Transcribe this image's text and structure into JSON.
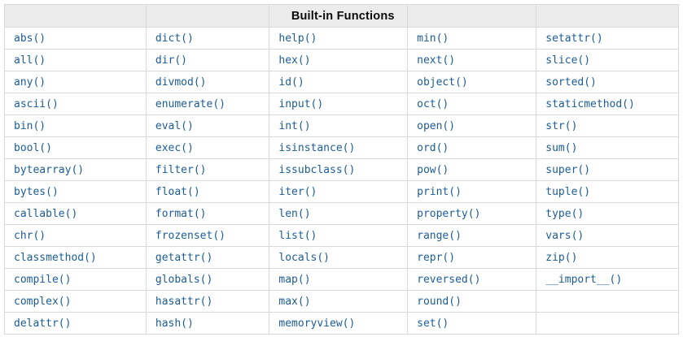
{
  "colors": {
    "link": "#1b5c99",
    "border": "#d9d9d9",
    "header_bg": "#ececec",
    "header_text": "#0b0b0b",
    "page_bg": "#ffffff"
  },
  "table": {
    "title": "Built-in Functions",
    "columns": 5,
    "rows": [
      [
        "abs()",
        "dict()",
        "help()",
        "min()",
        "setattr()"
      ],
      [
        "all()",
        "dir()",
        "hex()",
        "next()",
        "slice()"
      ],
      [
        "any()",
        "divmod()",
        "id()",
        "object()",
        "sorted()"
      ],
      [
        "ascii()",
        "enumerate()",
        "input()",
        "oct()",
        "staticmethod()"
      ],
      [
        "bin()",
        "eval()",
        "int()",
        "open()",
        "str()"
      ],
      [
        "bool()",
        "exec()",
        "isinstance()",
        "ord()",
        "sum()"
      ],
      [
        "bytearray()",
        "filter()",
        "issubclass()",
        "pow()",
        "super()"
      ],
      [
        "bytes()",
        "float()",
        "iter()",
        "print()",
        "tuple()"
      ],
      [
        "callable()",
        "format()",
        "len()",
        "property()",
        "type()"
      ],
      [
        "chr()",
        "frozenset()",
        "list()",
        "range()",
        "vars()"
      ],
      [
        "classmethod()",
        "getattr()",
        "locals()",
        "repr()",
        "zip()"
      ],
      [
        "compile()",
        "globals()",
        "map()",
        "reversed()",
        "__import__()"
      ],
      [
        "complex()",
        "hasattr()",
        "max()",
        "round()",
        ""
      ],
      [
        "delattr()",
        "hash()",
        "memoryview()",
        "set()",
        ""
      ]
    ]
  }
}
